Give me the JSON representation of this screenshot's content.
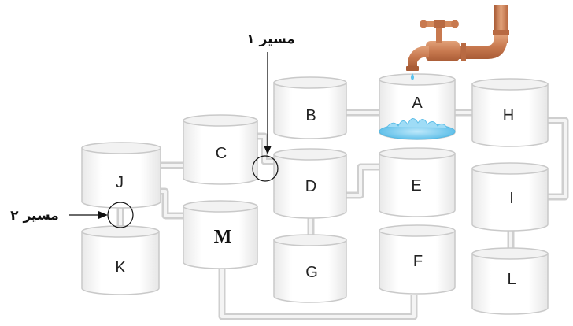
{
  "diagram": {
    "tanks": [
      {
        "id": "A",
        "label": "A"
      },
      {
        "id": "B",
        "label": "B"
      },
      {
        "id": "C",
        "label": "C"
      },
      {
        "id": "D",
        "label": "D"
      },
      {
        "id": "E",
        "label": "E"
      },
      {
        "id": "F",
        "label": "F"
      },
      {
        "id": "G",
        "label": "G"
      },
      {
        "id": "H",
        "label": "H"
      },
      {
        "id": "I",
        "label": "I"
      },
      {
        "id": "J",
        "label": "J"
      },
      {
        "id": "K",
        "label": "K"
      },
      {
        "id": "L",
        "label": "L"
      },
      {
        "id": "M",
        "label": "M"
      }
    ],
    "paths": {
      "path1": "مسیر ۱",
      "path2": "مسیر ۲"
    },
    "colors": {
      "tank_fill": "#ffffff",
      "tank_stroke": "#c9c9c9",
      "pipe": "#d6d6d6",
      "water": "#7fd0f2",
      "faucet": "#c8794f"
    }
  }
}
